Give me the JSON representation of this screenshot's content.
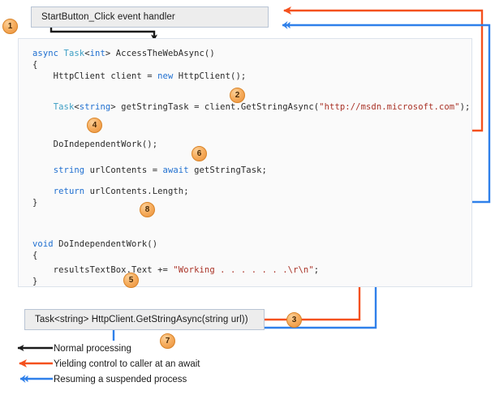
{
  "diagram": {
    "title": "Async control flow with await",
    "colors": {
      "normal": "#1a1a1a",
      "yield": "#f4511e",
      "resume": "#2f80ea",
      "marker": "#f6ad5e",
      "box_fill": "#ededed",
      "panel_fill": "#fafafa"
    }
  },
  "boxes": {
    "start_handler": "StartButton_Click event handler",
    "get_string_async": "Task<string> HttpClient.GetStringAsync(string url))"
  },
  "code": {
    "lines": [
      {
        "id": "l1",
        "text": "async Task<int> AccessTheWebAsync()"
      },
      {
        "id": "l2",
        "text": "{"
      },
      {
        "id": "l3",
        "text": "    HttpClient client = new HttpClient();"
      },
      {
        "id": "l4",
        "text": "    Task<string> getStringTask = client.GetStringAsync(\"http://msdn.microsoft.com\");"
      },
      {
        "id": "l5",
        "text": "    DoIndependentWork();"
      },
      {
        "id": "l6",
        "text": "    string urlContents = await getStringTask;"
      },
      {
        "id": "l7",
        "text": "    return urlContents.Length;"
      },
      {
        "id": "l8",
        "text": "}"
      },
      {
        "id": "l9",
        "text": "void DoIndependentWork()"
      },
      {
        "id": "l10",
        "text": "{"
      },
      {
        "id": "l11",
        "text": "    resultsTextBox.Text += \"Working . . . . . . .\\r\\n\";"
      },
      {
        "id": "l12",
        "text": "}"
      }
    ]
  },
  "steps": [
    {
      "n": "1"
    },
    {
      "n": "2"
    },
    {
      "n": "3"
    },
    {
      "n": "4"
    },
    {
      "n": "5"
    },
    {
      "n": "6"
    },
    {
      "n": "7"
    },
    {
      "n": "8"
    }
  ],
  "legend": {
    "items": [
      {
        "key": "normal",
        "label": "Normal processing"
      },
      {
        "key": "yield",
        "label": "Yielding control to caller at an await"
      },
      {
        "key": "resume",
        "label": "Resuming a suspended process"
      }
    ]
  }
}
